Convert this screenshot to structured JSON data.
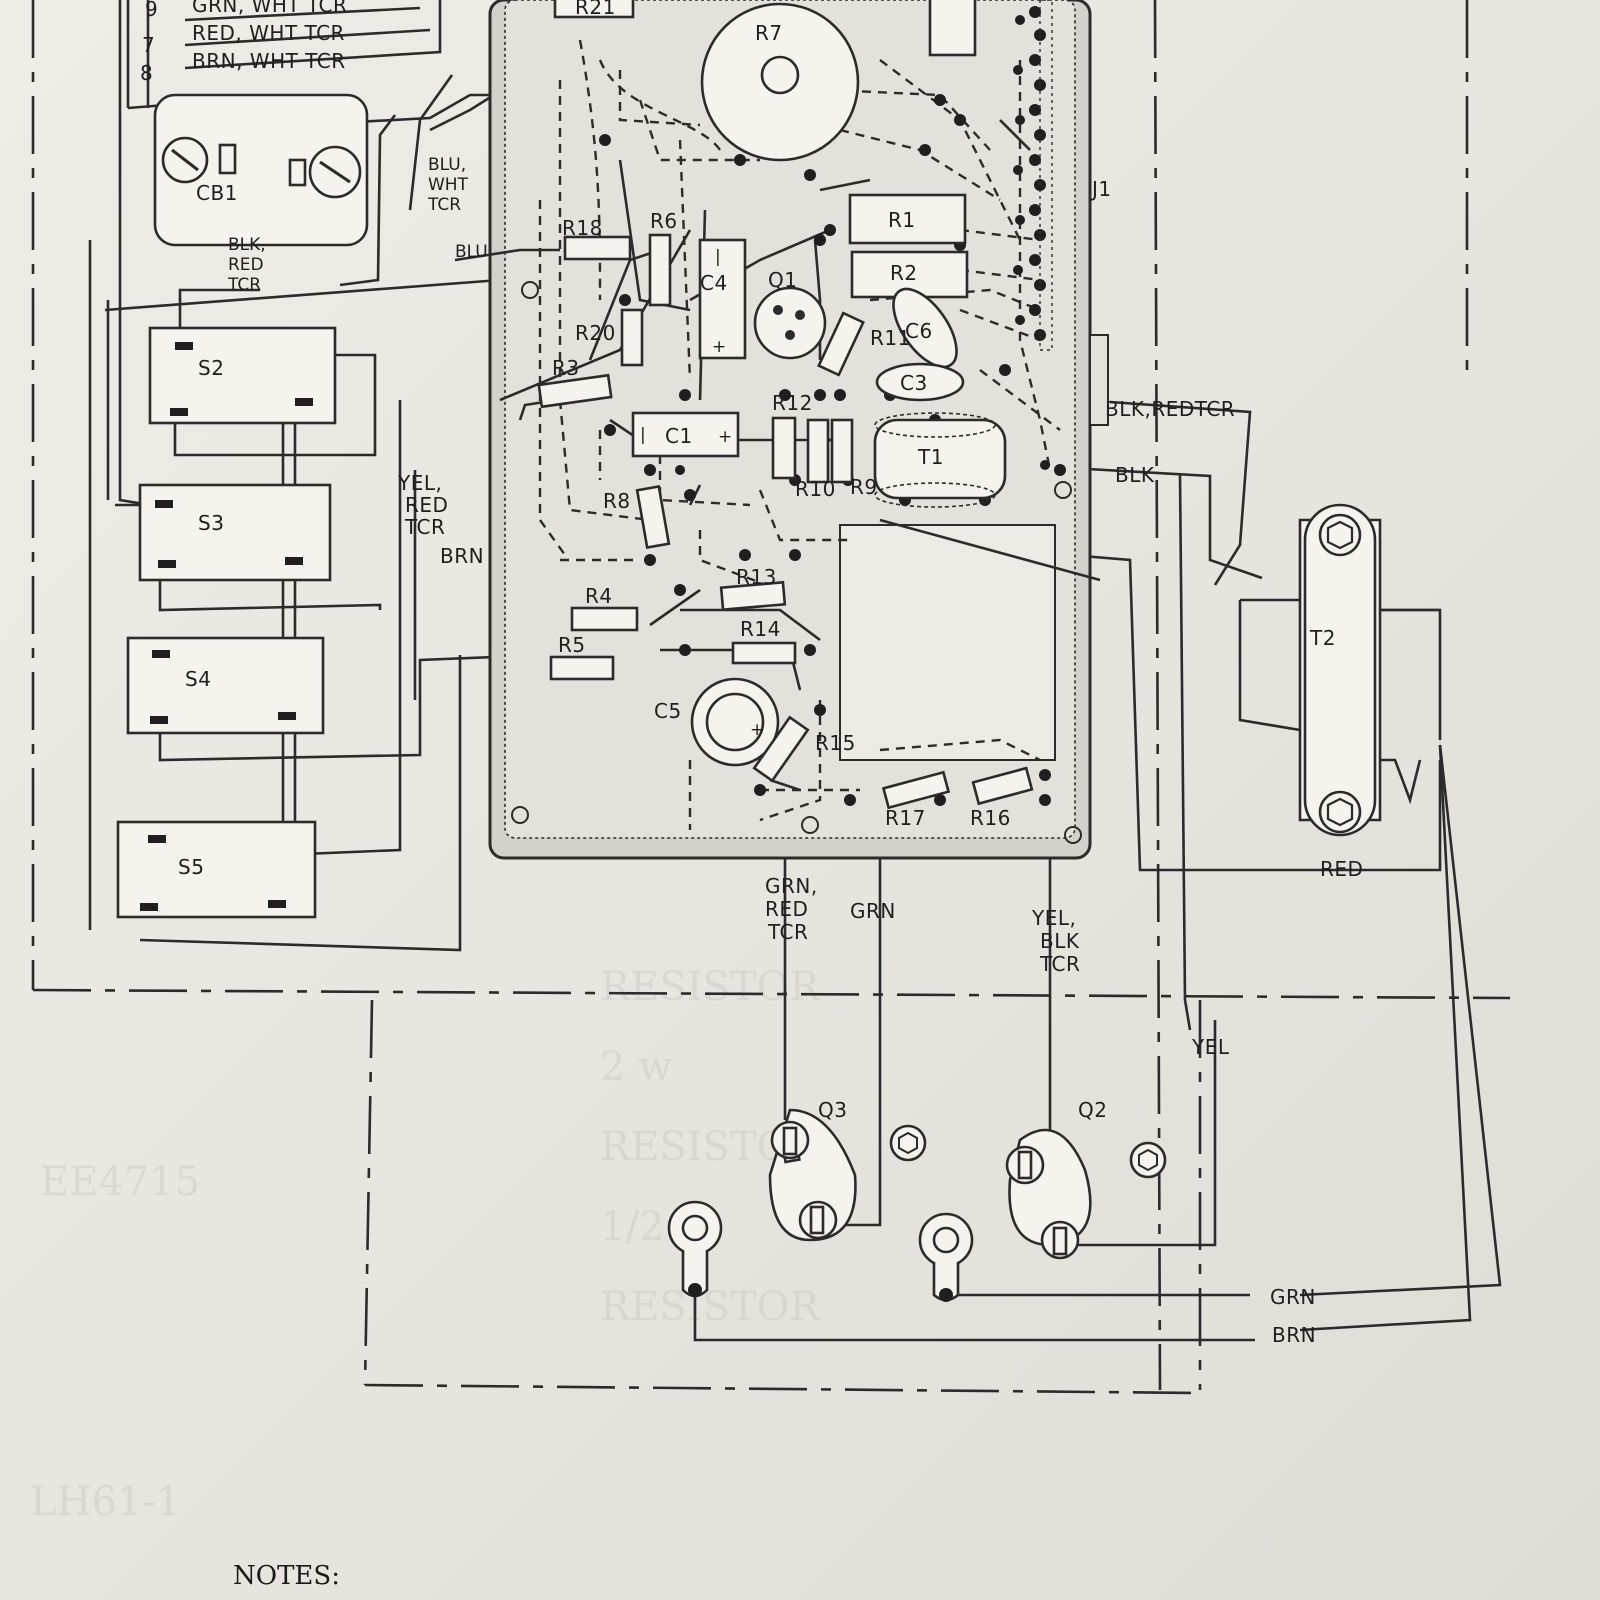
{
  "wire_list": [
    {
      "pin": "9",
      "color": "GRN, WHT TCR"
    },
    {
      "pin": "7",
      "color": "RED, WHT TCR"
    },
    {
      "pin": "8",
      "color": "BRN, WHT TCR"
    }
  ],
  "components": {
    "r21": "R21",
    "r7": "R7",
    "r1": "R1",
    "r2": "R2",
    "r18": "R18",
    "r6": "R6",
    "c4": "C4",
    "q1": "Q1",
    "r11": "R11",
    "c6": "C6",
    "c3": "C3",
    "r20": "R20",
    "r3": "R3",
    "c1": "C1",
    "r12": "R12",
    "r10": "R10",
    "r9": "R9",
    "t1": "T1",
    "r8": "R8",
    "r13": "R13",
    "r4": "R4",
    "r14": "R14",
    "r5": "R5",
    "c5": "C5",
    "r15": "R15",
    "r17": "R17",
    "r16": "R16",
    "j1": "J1",
    "t2": "T2",
    "q3": "Q3",
    "q2": "Q2",
    "cb1": "CB1",
    "s2": "S2",
    "s3": "S3",
    "s4": "S4",
    "s5": "S5"
  },
  "wire_labels": {
    "blu_wht_tcr": [
      "BLU,",
      "WHT",
      "TCR"
    ],
    "blu": "BLU",
    "blk_red_tcr_left": [
      "BLK,",
      "RED",
      "TCR"
    ],
    "yel_red_tcr": [
      "YEL,",
      "RED",
      "TCR"
    ],
    "brn_left": "BRN",
    "blk_redtcr": "BLK,REDTCR",
    "blk": "BLK",
    "red": "RED",
    "grn_red_tcr": [
      "GRN,",
      "RED",
      "TCR"
    ],
    "grn_mid": "GRN",
    "yel_blk_tcr": [
      "YEL,",
      "BLK",
      "TCR"
    ],
    "yel": "YEL",
    "grn_bottom": "GRN",
    "brn_bottom": "BRN"
  },
  "notes_heading": "NOTES:"
}
